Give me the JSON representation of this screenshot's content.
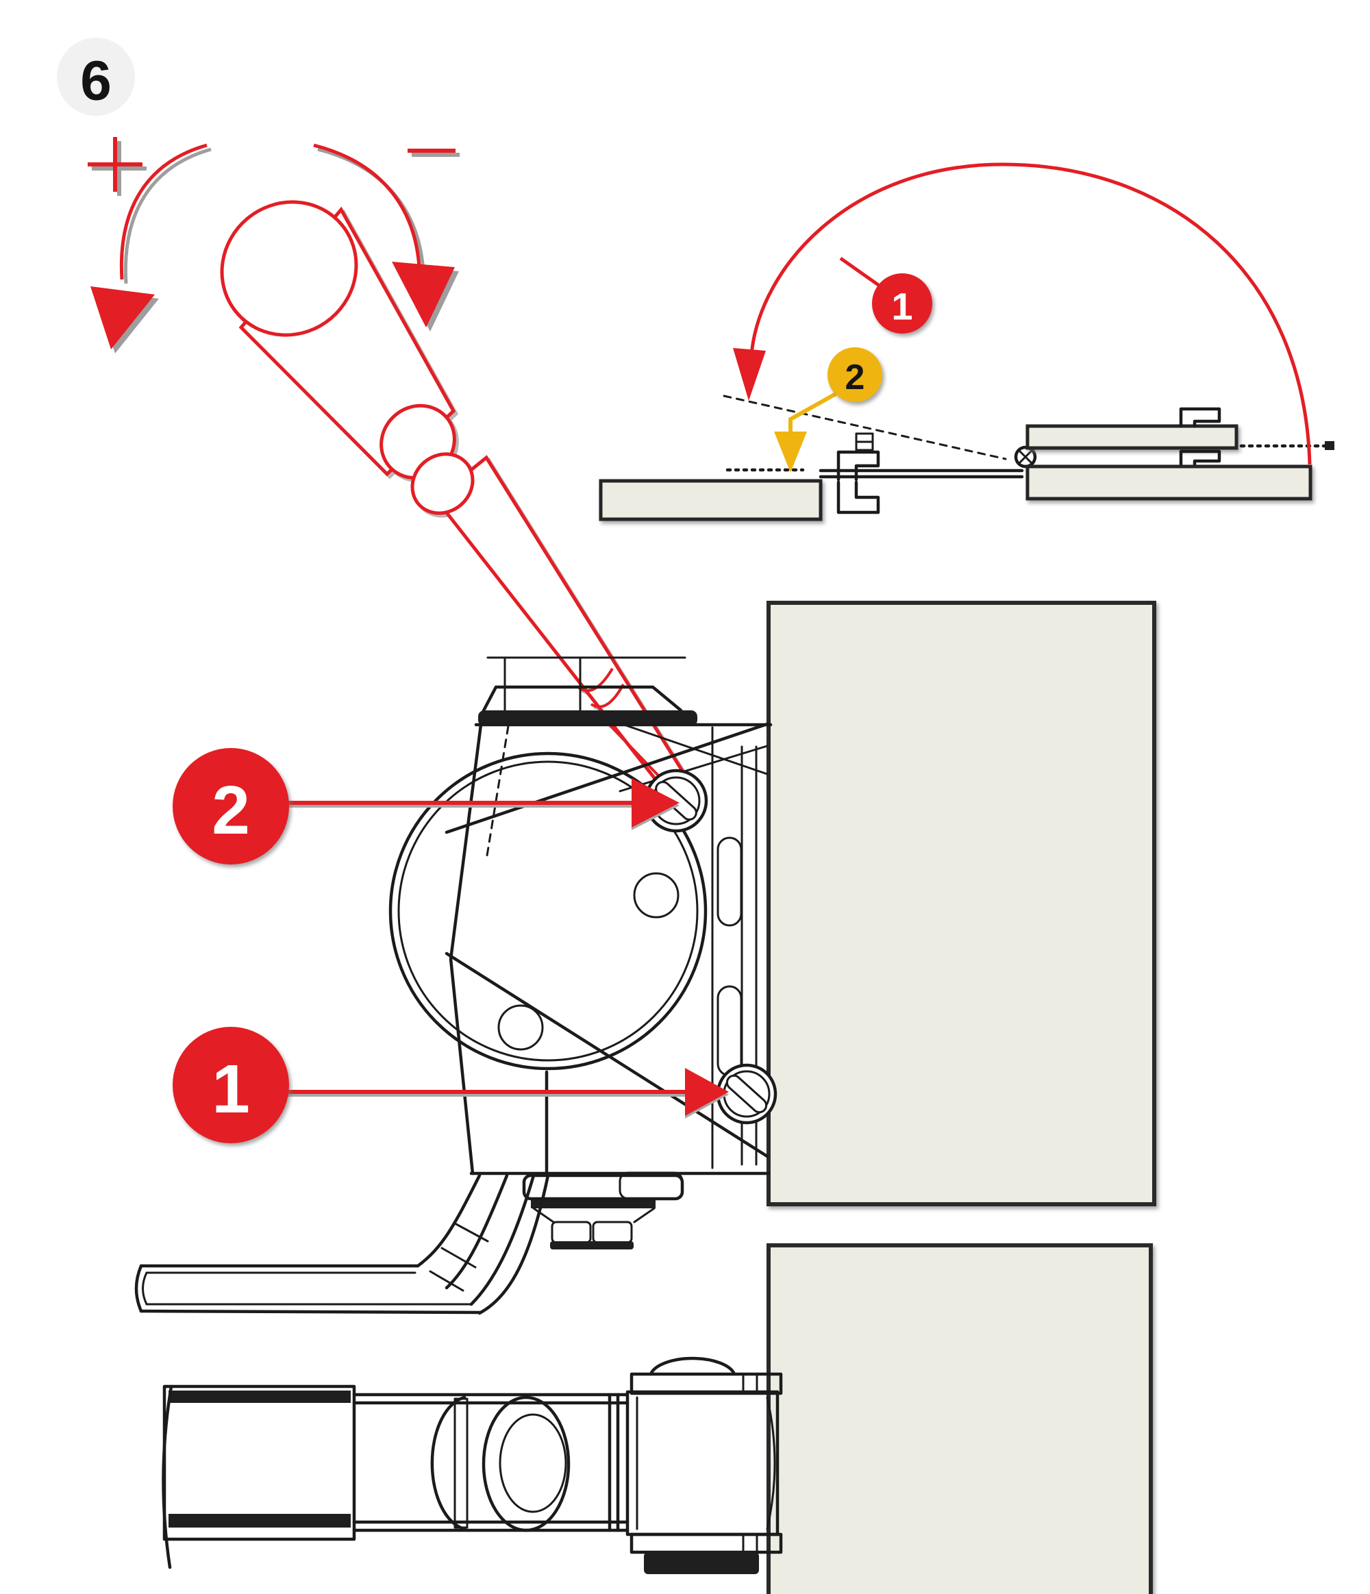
{
  "step": {
    "number": "6"
  },
  "legend": {
    "increase_symbol": "+",
    "decrease_symbol": "−",
    "tool": "screwdriver",
    "icons": [
      "plus-icon",
      "minus-icon",
      "rotate-ccw-arrow-icon",
      "rotate-cw-arrow-icon"
    ]
  },
  "overview_diagram": {
    "description_visible_elements": "door panels cross-section with swing arc",
    "callout_rotation": "1",
    "callout_height": "2"
  },
  "detail_view": {
    "callout_screw_top": "2",
    "callout_screw_bottom": "1"
  },
  "colors": {
    "accent_red": "#E31E24",
    "accent_yellow": "#EFB40F",
    "panel_beige": "#ECECE3",
    "line_ink": "#1B1B1B",
    "step_badge_bg": "#F1F1F1",
    "shadow_gray": "#9E9E9E",
    "white": "#FFFFFF"
  }
}
